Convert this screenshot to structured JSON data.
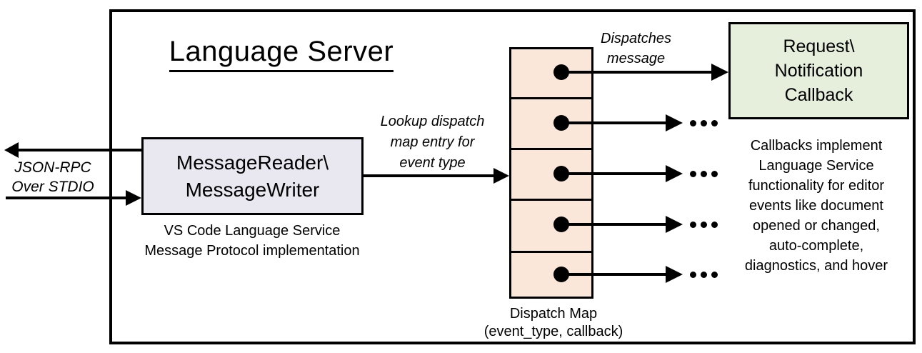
{
  "title": "Language Server",
  "colors": {
    "outline": "#000000",
    "reader_box_fill": "#E9E7EF",
    "dispatch_map_fill": "#FBE7DA",
    "callback_box_fill": "#E6EFDC"
  },
  "left_io": {
    "label_line1": "JSON-RPC",
    "label_line2": "Over STDIO"
  },
  "reader_writer": {
    "line1": "MessageReader\\",
    "line2": "MessageWriter",
    "caption_line1": "VS Code Language Service",
    "caption_line2": "Message Protocol implementation"
  },
  "lookup_label": {
    "line1": "Lookup dispatch",
    "line2": "map entry for",
    "line3": "event type"
  },
  "dispatch_map": {
    "rows": 5,
    "caption_line1": "Dispatch Map",
    "caption_line2": "(event_type, callback)"
  },
  "dispatches_label": {
    "line1": "Dispatches",
    "line2": "message"
  },
  "callback_box": {
    "line1": "Request\\",
    "line2": "Notification",
    "line3": "Callback"
  },
  "callbacks_note": {
    "lines": [
      "Callbacks implement",
      "Language Service",
      "functionality for editor",
      "events like document",
      "opened or changed,",
      "auto-complete,",
      "diagnostics, and hover"
    ]
  }
}
